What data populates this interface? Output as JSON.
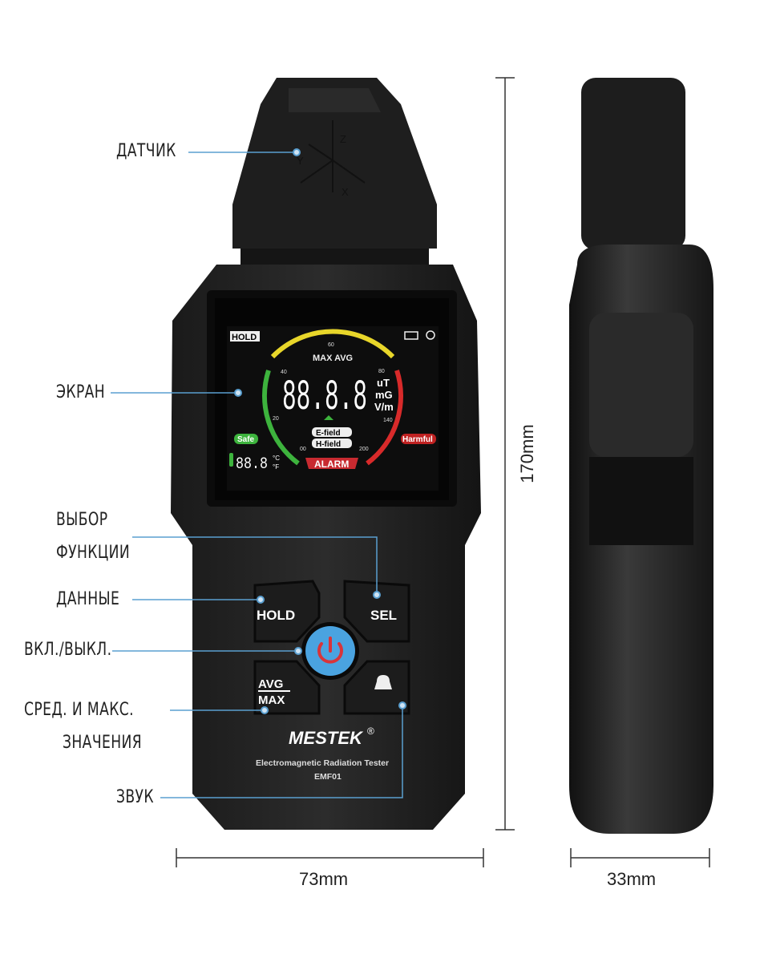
{
  "labels": {
    "sensor": "ДАТЧИК",
    "screen": "ЭКРАН",
    "function_select_1": "ВЫБОР",
    "function_select_2": "ФУНКЦИИ",
    "data": "ДАННЫЕ",
    "power": "ВКЛ./ВЫКЛ.",
    "avg_max_1": "СРЕД. И МАКС.",
    "avg_max_2": "ЗНАЧЕНИЯ",
    "sound": "ЗВУК"
  },
  "dimensions": {
    "height": "170mm",
    "width": "73mm",
    "depth": "33mm"
  },
  "sensor_axes": {
    "x": "X",
    "y": "Y",
    "z": "Z"
  },
  "display": {
    "hold": "HOLD",
    "max_avg": "MAX AVG",
    "reading": "88.8.8",
    "units": [
      "uT",
      "mG",
      "V/m"
    ],
    "ticks": [
      "60",
      "40",
      "80",
      "20",
      "140",
      "00",
      "200"
    ],
    "safe": "Safe",
    "harmful": "Harmful",
    "e_field": "E-field",
    "h_field": "H-field",
    "temperature": "88.8",
    "temp_c": "°C",
    "temp_f": "°F",
    "alarm": "ALARM"
  },
  "buttons": {
    "hold": "HOLD",
    "sel": "SEL",
    "avg": "AVG",
    "max": "MAX"
  },
  "brand": {
    "name": "MESTEK",
    "reg": "®",
    "product": "Electromagnetic Radiation Tester",
    "model": "EMF01"
  },
  "colors": {
    "line": "#5a9fd0",
    "power_button": "#4aa3e0",
    "power_icon": "#d8343a",
    "safe": "#3db33d",
    "warn": "#e8d62a",
    "harmful": "#d82a2a"
  }
}
